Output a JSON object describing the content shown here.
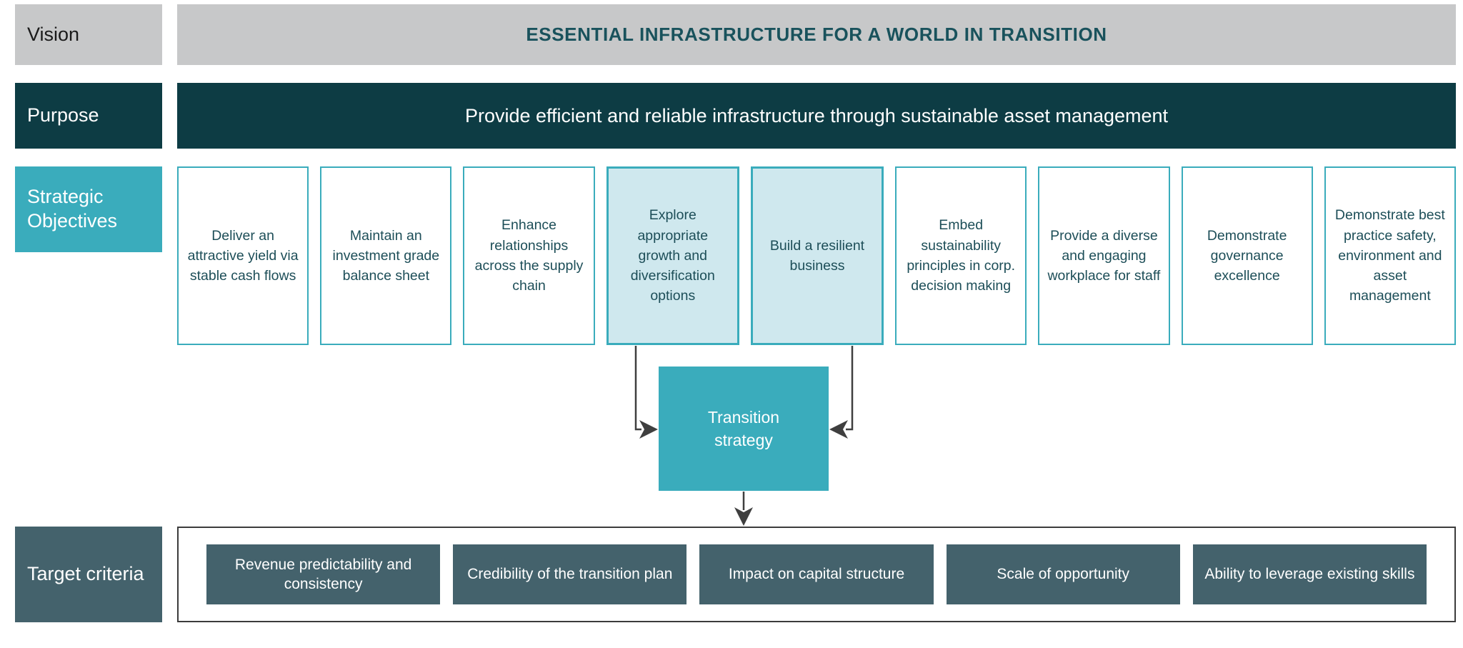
{
  "vision": {
    "label": "Vision",
    "statement": "ESSENTIAL INFRASTRUCTURE FOR A WORLD IN TRANSITION"
  },
  "purpose": {
    "label": "Purpose",
    "statement": "Provide efficient and reliable infrastructure through sustainable asset management"
  },
  "strategic": {
    "label": "Strategic Objectives",
    "objectives": [
      "Deliver an attractive yield via stable cash flows",
      "Maintain an investment grade balance sheet",
      "Enhance relationships across the supply chain",
      "Explore appropriate growth and diversification options",
      "Build a resilient business",
      "Embed sustainability principles in corp. decision making",
      "Provide a diverse and engaging workplace for staff",
      "Demonstrate governance excellence",
      "Demonstrate best practice safety, environment and asset management"
    ],
    "highlighted_indexes": [
      3,
      4
    ]
  },
  "transition": {
    "label": "Transition strategy"
  },
  "target": {
    "label": "Target criteria",
    "criteria": [
      "Revenue predictability and consistency",
      "Credibility of the transition plan",
      "Impact on capital structure",
      "Scale of opportunity",
      "Ability to leverage existing skills"
    ]
  },
  "colors": {
    "gray": "#c7c8c9",
    "dark_teal": "#0d3c44",
    "teal": "#3aacbc",
    "light_blue": "#cfe8ee",
    "slate": "#44626c",
    "vision_text": "#19525c",
    "objective_text": "#1d4e58",
    "connector": "#3f3f3f"
  }
}
